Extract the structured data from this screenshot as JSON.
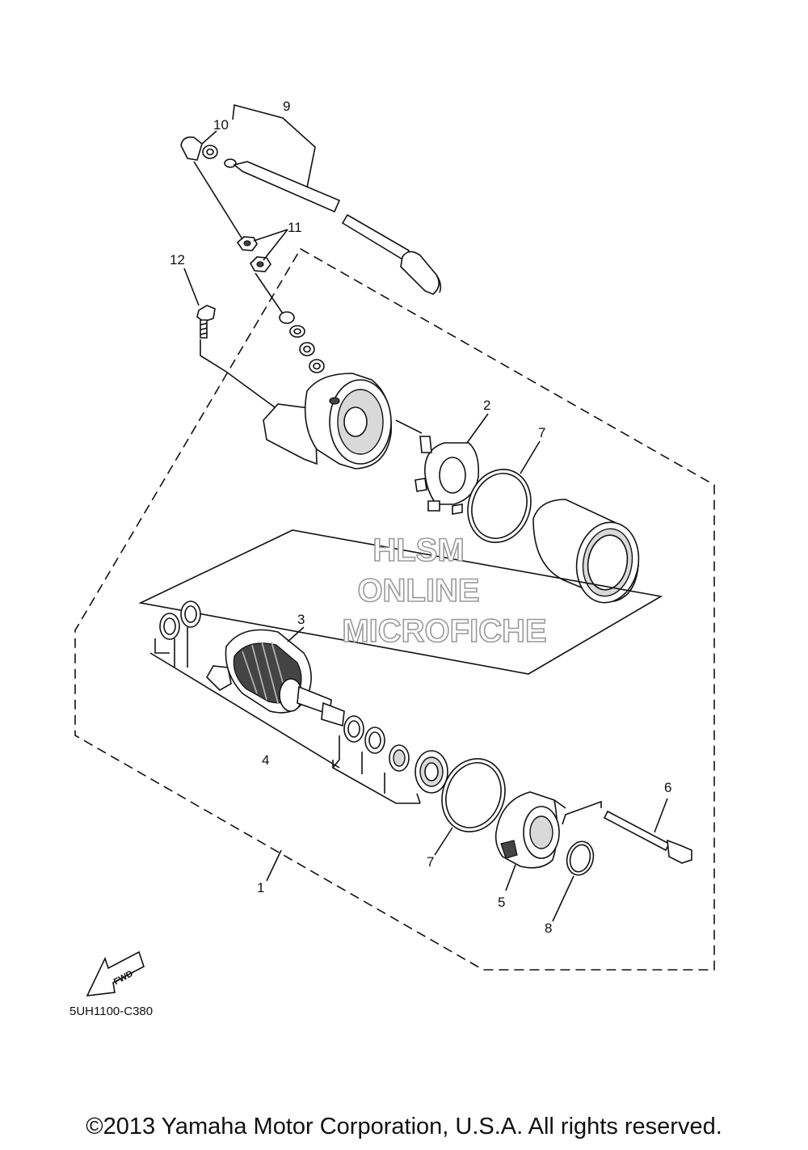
{
  "callouts": {
    "c1": "1",
    "c2": "2",
    "c3": "3",
    "c4": "4",
    "c5": "5",
    "c6": "6",
    "c7a": "7",
    "c7b": "7",
    "c8": "8",
    "c9": "9",
    "c10": "10",
    "c11": "11",
    "c12": "12"
  },
  "fwd_label": "FWD",
  "diagram_code": "5UH1100-C380",
  "watermark": {
    "line1": "HLSM",
    "line2": "ONLINE",
    "line3": "MICROFICHE"
  },
  "copyright": "©2013 Yamaha Motor Corporation, U.S.A. All rights reserved.",
  "colors": {
    "ink": "#111111",
    "watermark_outline": "#9a9a9a",
    "background": "#ffffff"
  }
}
